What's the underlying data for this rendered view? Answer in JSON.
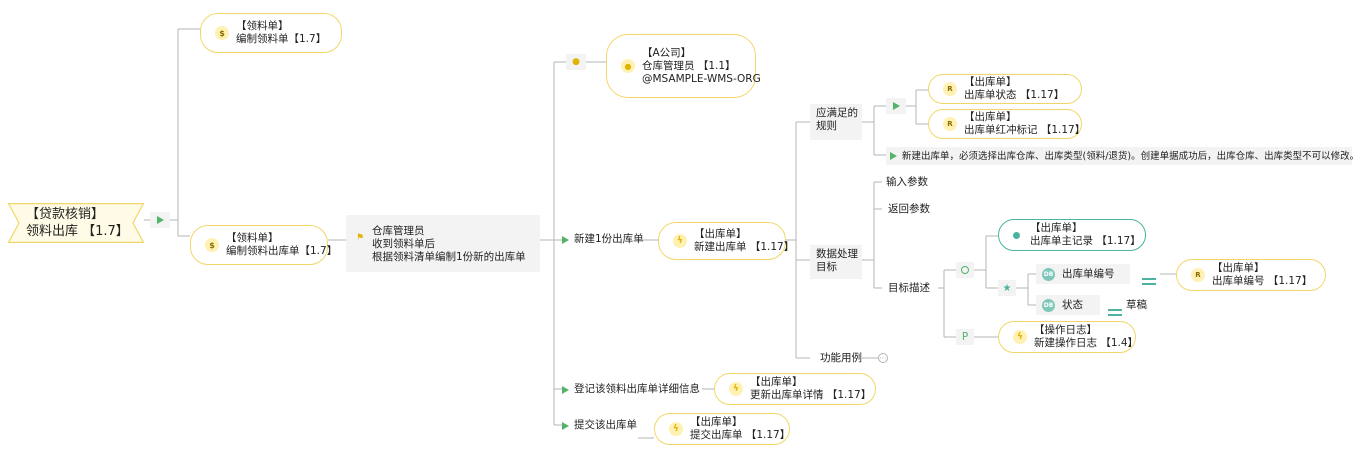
{
  "root": {
    "line1": "【贷款核销】",
    "line2": "领料出库 【1.7】"
  },
  "branch_top": {
    "line1": "【领料单】",
    "line2": "编制领料单【1.7】"
  },
  "branch_mid": {
    "line1": "【领料单】",
    "line2": "编制领料出库单【1.7】"
  },
  "actor_note": {
    "line1": "仓库管理员",
    "line2": "收到领料单后",
    "line3": "根据领料清单编制1份新的出库单"
  },
  "step_new": {
    "label": "新建1份出库单",
    "target_line1": "【出库单】",
    "target_line2": "新建出库单 【1.17】"
  },
  "company": {
    "line1": "【A公司】",
    "line2": "仓库管理员 【1.1】",
    "line3": "@MSAMPLE-WMS-ORG"
  },
  "rules": {
    "label_line1": "应满足的",
    "label_line2": "规则",
    "rule1_line1": "【出库单】",
    "rule1_line2": "出库单状态 【1.17】",
    "rule2_line1": "【出库单】",
    "rule2_line2": "出库单红冲标记 【1.17】",
    "note": "新建出库单，必须选择出库仓库、出库类型(领料/退货)。创建单据成功后，出库仓库、出库类型不可以修改。"
  },
  "data_target": {
    "label_line1": "数据处理",
    "label_line2": "目标",
    "input": "输入参数",
    "return": "返回参数",
    "desc": "目标描述"
  },
  "main_record": {
    "line1": "【出库单】",
    "line2": "出库单主记录 【1.17】"
  },
  "field_no": {
    "label": "出库单编号",
    "target_line1": "【出库单】",
    "target_line2": "出库单编号 【1.17】"
  },
  "field_status": {
    "label": "状态",
    "value": "草稿"
  },
  "log": {
    "p_label": "P",
    "line1": "【操作日志】",
    "line2": "新建操作日志 【1.4】"
  },
  "func_example": {
    "label": "功能用例"
  },
  "step_register": {
    "label": "登记该领料出库单详细信息",
    "target_line1": "【出库单】",
    "target_line2": "更新出库单详情 【1.17】"
  },
  "step_submit": {
    "label": "提交该出库单",
    "target_line1": "【出库单】",
    "target_line2": "提交出库单 【1.17】"
  },
  "colors": {
    "connector": "#b5b5b5",
    "pill_border": "#f2d66a",
    "teal": "#4bb39f",
    "green_arrow": "#52b36a",
    "gray_box": "#f3f3f3"
  }
}
